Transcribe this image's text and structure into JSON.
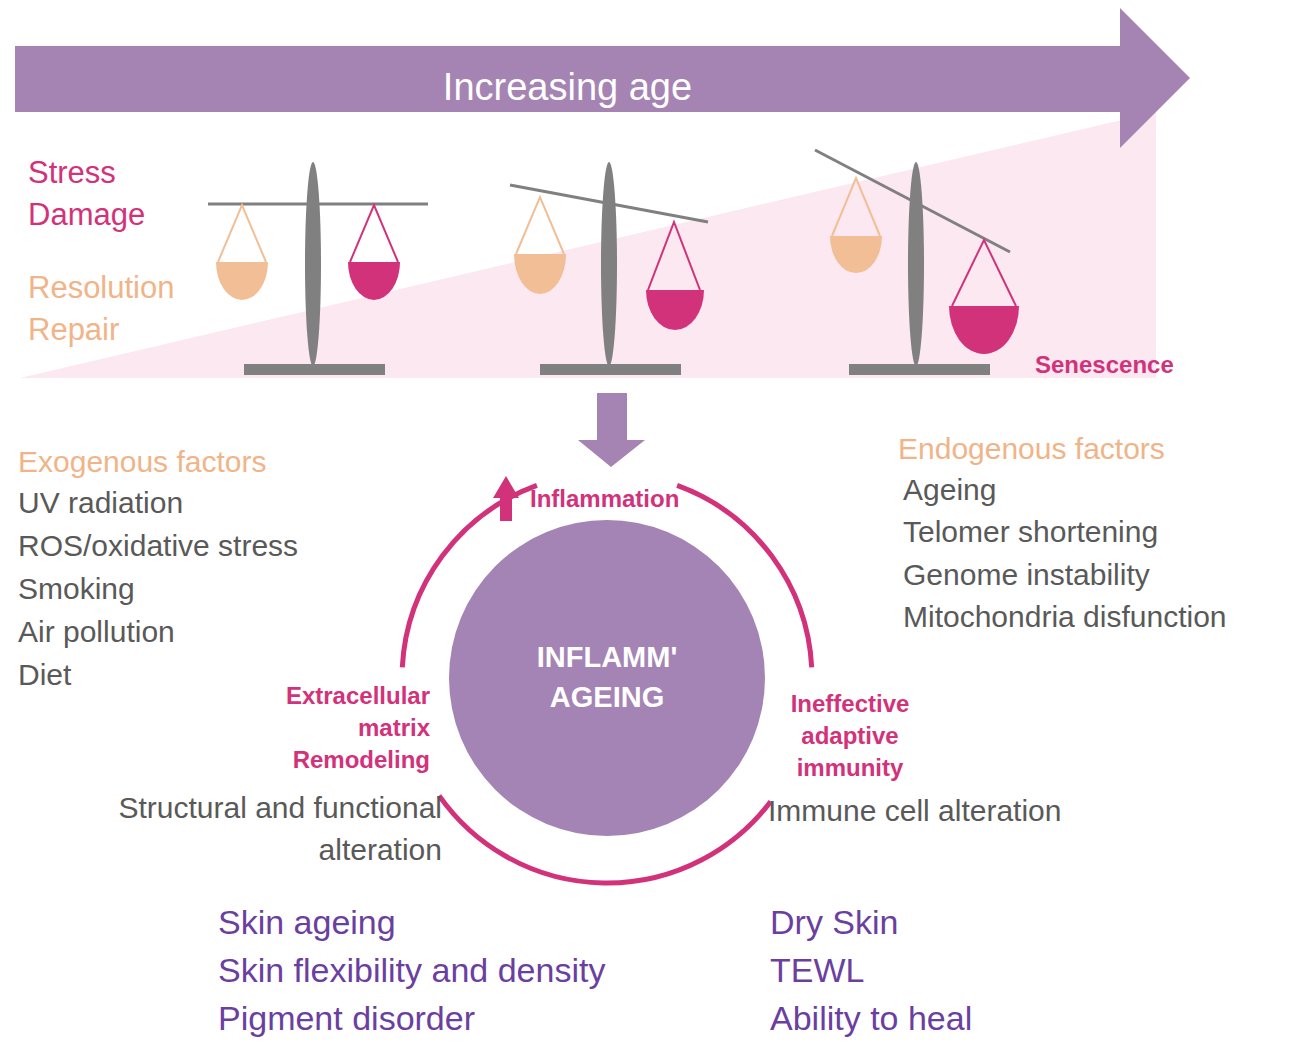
{
  "diagram": {
    "nodes": [
      {
        "text": [
          "Increasing age"
        ]
      },
      {
        "text": [
          "INFLAMM' AGEING"
        ]
      }
    ],
    "labels": [
      "Stress Damage",
      "Resolution Repair",
      "Senescence",
      "Exogenous factors",
      "UV radiation",
      "ROS/oxidative stress",
      "Smoking",
      "Air pollution",
      "Diet",
      "Endogenous factors",
      "Ageing",
      "Telomer shortening",
      "Genome instability",
      "Mitochondria disfunction",
      "Inflammation",
      "Extracellular matrix Remodeling",
      "Structural and functional alteration",
      "Ineffective adaptive immunity",
      "Immune cell alteration",
      "Skin ageing",
      "Skin flexibility and density",
      "Pigment disorder",
      "Dry Skin",
      "TEWL",
      "Ability to heal"
    ]
  }
}
